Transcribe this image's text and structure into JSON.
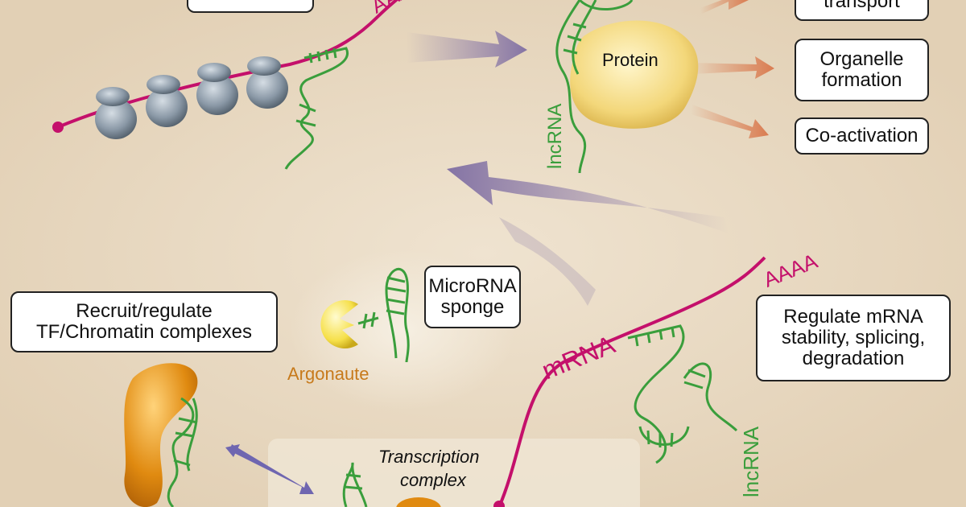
{
  "labels": {
    "poly_a_top": "AAAA",
    "poly_a_right": "AAAA",
    "protein": "Protein",
    "lncrna_top": "lncRNA",
    "lncrna_bottom": "lncRNA",
    "mrna": "mRNA",
    "argonaute": "Argonaute",
    "transcription_complex_line1": "Transcription",
    "transcription_complex_line2": "complex"
  },
  "boxes": {
    "transport": "transport",
    "organelle_formation": [
      "Organelle",
      "formation"
    ],
    "co_activation": "Co-activation",
    "microrna_sponge": [
      "MicroRNA",
      "sponge"
    ],
    "recruit_regulate": [
      "Recruit/regulate",
      "TF/Chromatin complexes"
    ],
    "regulate_mrna": [
      "Regulate mRNA",
      "stability, splicing,",
      "degradation"
    ]
  },
  "colors": {
    "background": "#e7d7bf",
    "mrna": "#c4106b",
    "lncrna": "#3a9e3c",
    "protein": "#f3d77a",
    "ribosome": "#8a98a6",
    "argonaute_text": "#c77a1b",
    "tf_protein": "#e08a10",
    "arrow_purple": "#8b7aa8",
    "arrow_orange": "#d9774b"
  }
}
